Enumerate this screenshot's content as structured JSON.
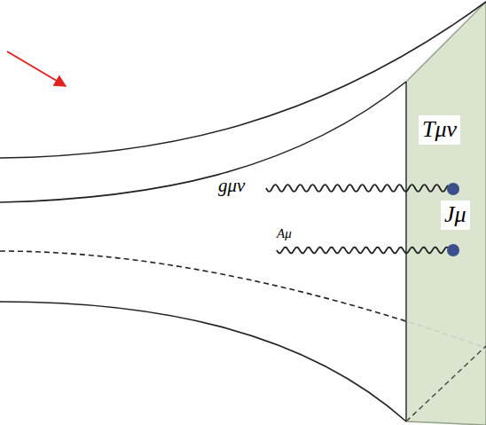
{
  "diagram": {
    "labels": [
      "Tμν",
      "gμν",
      "Jμ",
      "Aμ"
    ]
  }
}
